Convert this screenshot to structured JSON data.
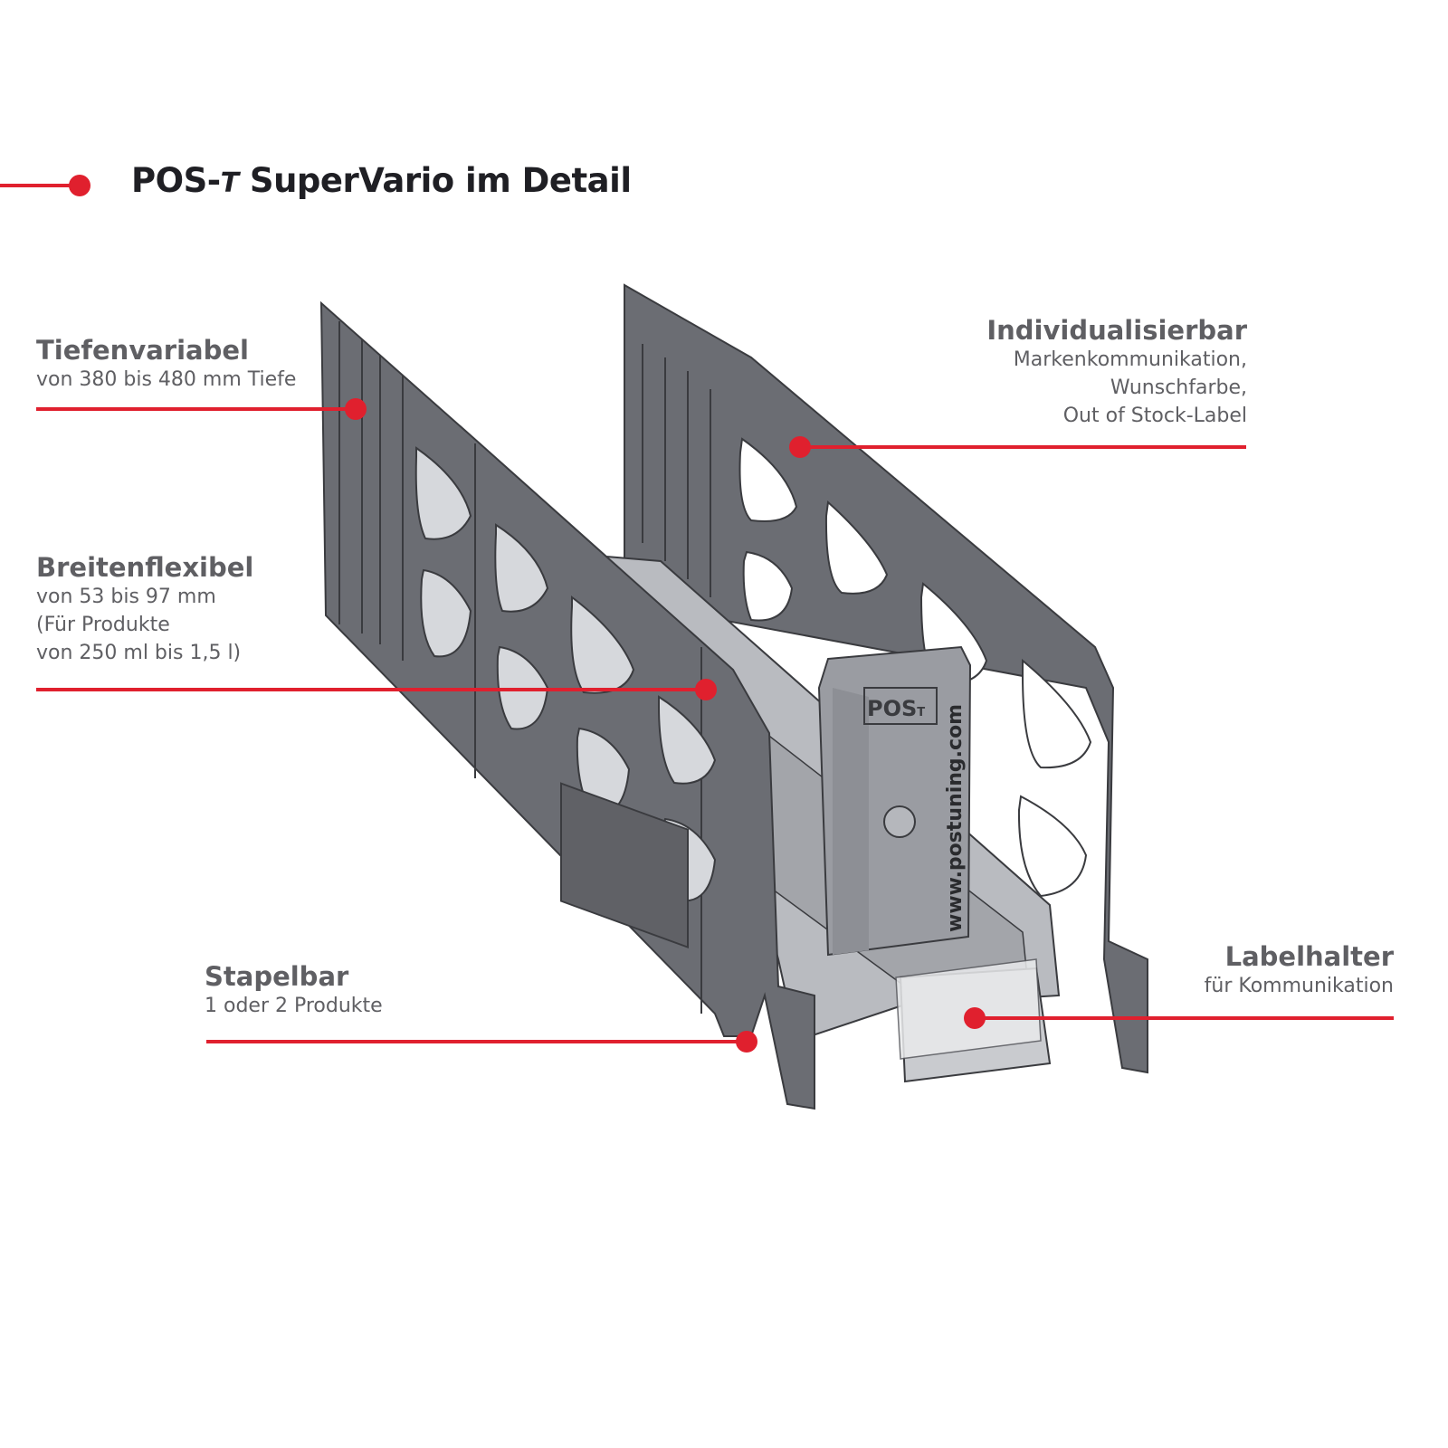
{
  "title": {
    "brand": "POS-",
    "brand_t": "T",
    "rest": " SuperVario im Detail"
  },
  "features": {
    "tiefe": {
      "heading": "Tiefenvariabel",
      "lines": [
        "von 380 bis 480 mm Tiefe"
      ]
    },
    "breite": {
      "heading": "Breitenflexibel",
      "lines": [
        "von 53 bis 97 mm",
        "(Für Produkte",
        "von 250 ml bis 1,5 l)"
      ]
    },
    "stapel": {
      "heading": "Stapelbar",
      "lines": [
        "1 oder 2 Produkte"
      ]
    },
    "indiv": {
      "heading": "Individualisierbar",
      "lines": [
        "Markenkommunikation,",
        "Wunschfarbe,",
        "Out of Stock-Label"
      ]
    },
    "label": {
      "heading": "Labelhalter",
      "lines": [
        "für Kommunikation"
      ]
    }
  },
  "product": {
    "logo": "POS",
    "logo_t": "T",
    "url": "www.postuning.com"
  },
  "colors": {
    "accent": "#e0202e",
    "panel": "#6b6d73",
    "panel_dark": "#55575c",
    "pusher": "#9a9ca2"
  }
}
